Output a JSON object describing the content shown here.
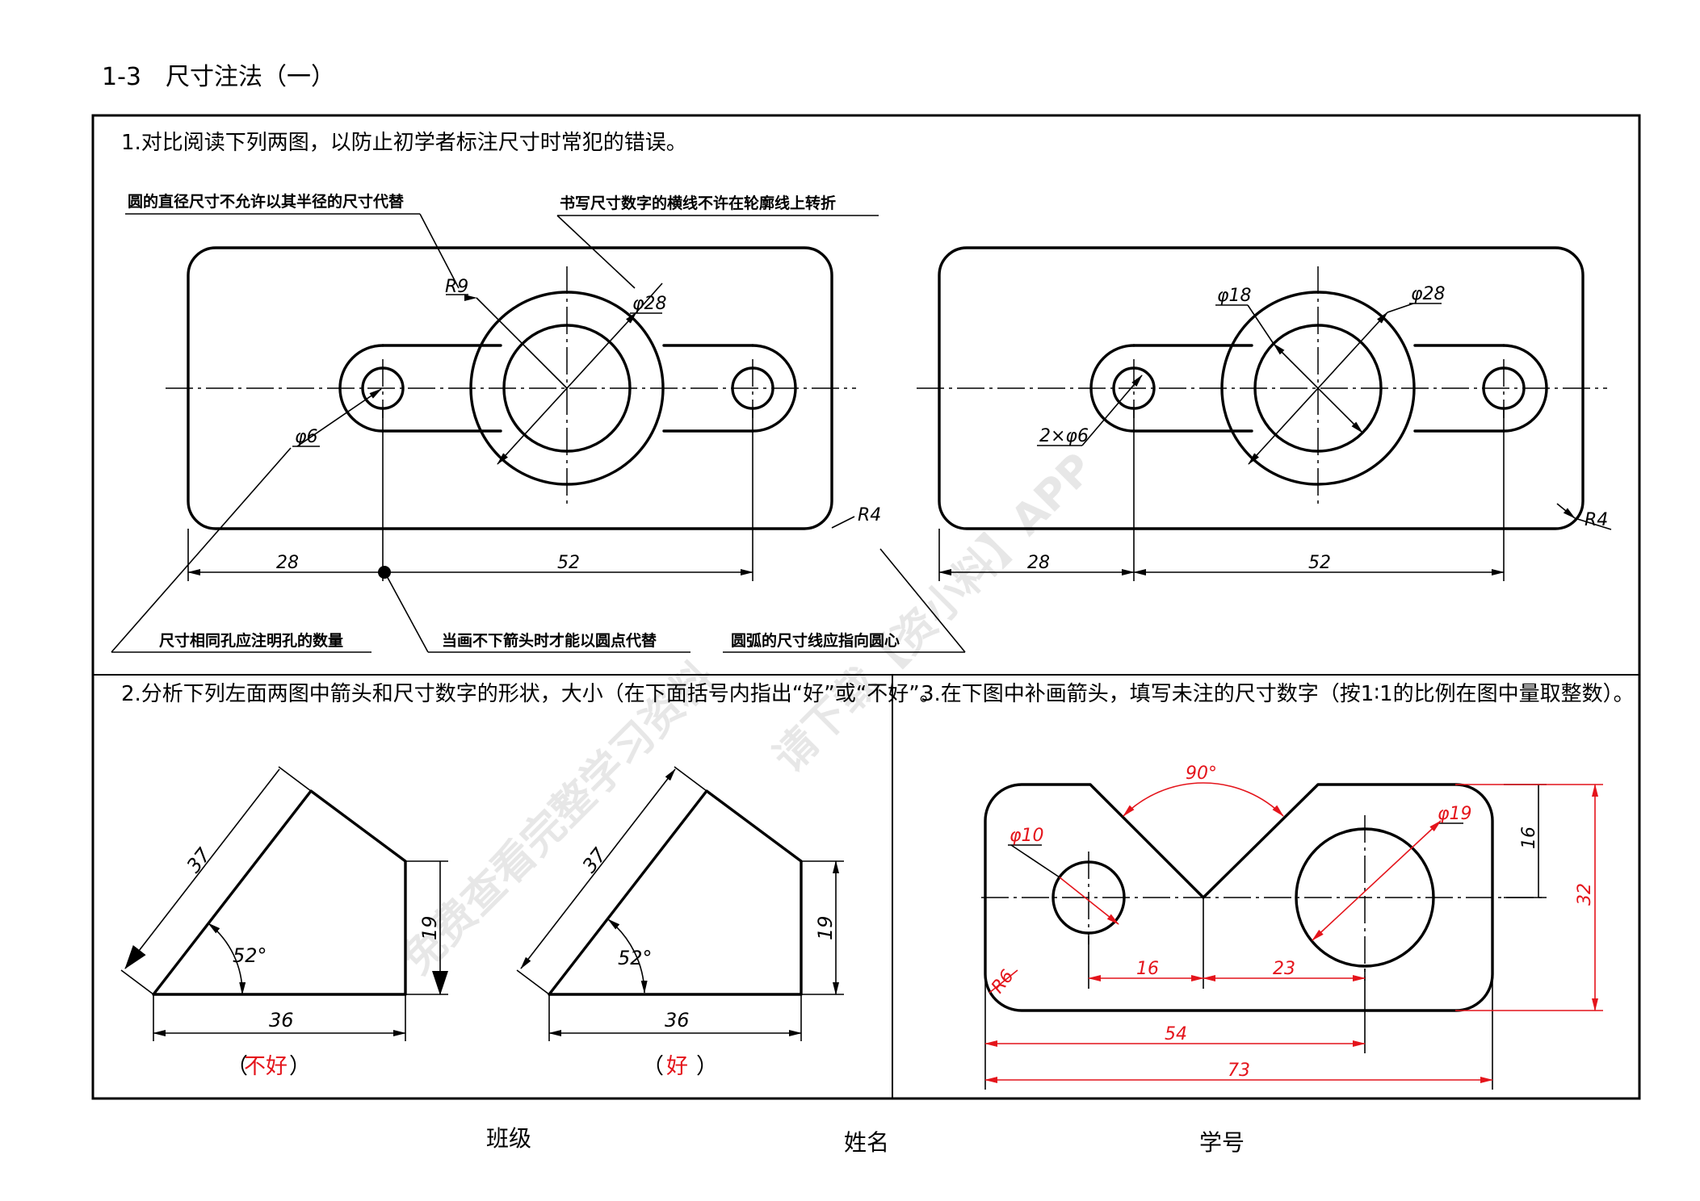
{
  "header": {
    "title": "1-3　尺寸注法（一）"
  },
  "section1": {
    "title": "1.对比阅读下列两图，以防止初学者标注尺寸时常犯的错误。",
    "notes": {
      "top_left": "圆的直径尺寸不允许以其半径的尺寸代替",
      "top_right": "书写尺寸数字的横线不许在轮廓线上转折",
      "bottom_1": "尺寸相同孔应注明孔的数量",
      "bottom_2": "当画不下箭头时才能以圆点代替",
      "bottom_3": "圆弧的尺寸线应指向圆心"
    },
    "left_fig": {
      "r9": "R9",
      "d28": "φ28",
      "d6": "φ6",
      "r4": "R4",
      "dim28": "28",
      "dim52": "52"
    },
    "right_fig": {
      "d18": "φ18",
      "d28": "φ28",
      "d6": "2×φ6",
      "r4": "R4",
      "dim28": "28",
      "dim52": "52"
    }
  },
  "section2": {
    "title": "2.分析下列左面两图中箭头和尺寸数字的形状，大小（在下面括号内指出“好”或“不好”。",
    "fig_a": {
      "len": "37",
      "height": "19",
      "angle": "52°",
      "base": "36",
      "answer_open": "（",
      "answer": "不好",
      "answer_close": "）"
    },
    "fig_b": {
      "len": "37",
      "height": "19",
      "angle": "52°",
      "base": "36",
      "answer_open": "（",
      "answer": "好",
      "answer_close": "）"
    }
  },
  "section3": {
    "title": "3.在下图中补画箭头，填写未注的尺寸数字（按1∶1的比例在图中量取整数）。",
    "dims": {
      "angle": "90°",
      "d10": "φ10",
      "d19": "φ19",
      "r6": "R6",
      "h16": "16",
      "h32": "32",
      "w16": "16",
      "w23": "23",
      "w54": "54",
      "w73": "73"
    }
  },
  "footer": {
    "class_label": "班级",
    "name_label": "姓名",
    "id_label": "学号"
  },
  "watermark": {
    "line1": "免费查看完整学习资料",
    "line2": "请下载【资小料】APP"
  },
  "colors": {
    "answer": "#e4141b",
    "ink": "#000000"
  }
}
